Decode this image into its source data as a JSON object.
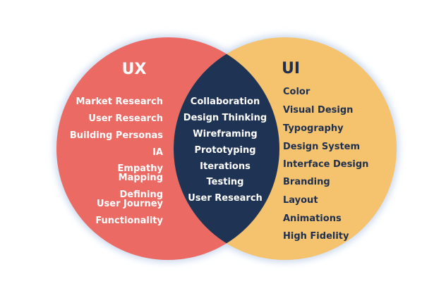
{
  "colors": {
    "ux": "#EC6A64",
    "ui": "#F5C36D",
    "overlap": "#1F3355",
    "ui_text": "#1F2F4F",
    "glow": "#C9D8EE"
  },
  "ux": {
    "title": "UX",
    "items": [
      "Market Research",
      "User Research",
      "Building Personas",
      "IA",
      "Empathy",
      "Mapping",
      "Defining",
      "User Journey",
      "Functionality"
    ]
  },
  "overlap": {
    "items": [
      "Collaboration",
      "Design Thinking",
      "Wireframing",
      "Prototyping",
      "Iterations",
      "Testing",
      "User Research"
    ]
  },
  "ui": {
    "title": "UI",
    "items": [
      "Color",
      "Visual Design",
      "Typography",
      "Design System",
      "Interface Design",
      "Branding",
      "Layout",
      "Animations",
      "High Fidelity"
    ]
  }
}
